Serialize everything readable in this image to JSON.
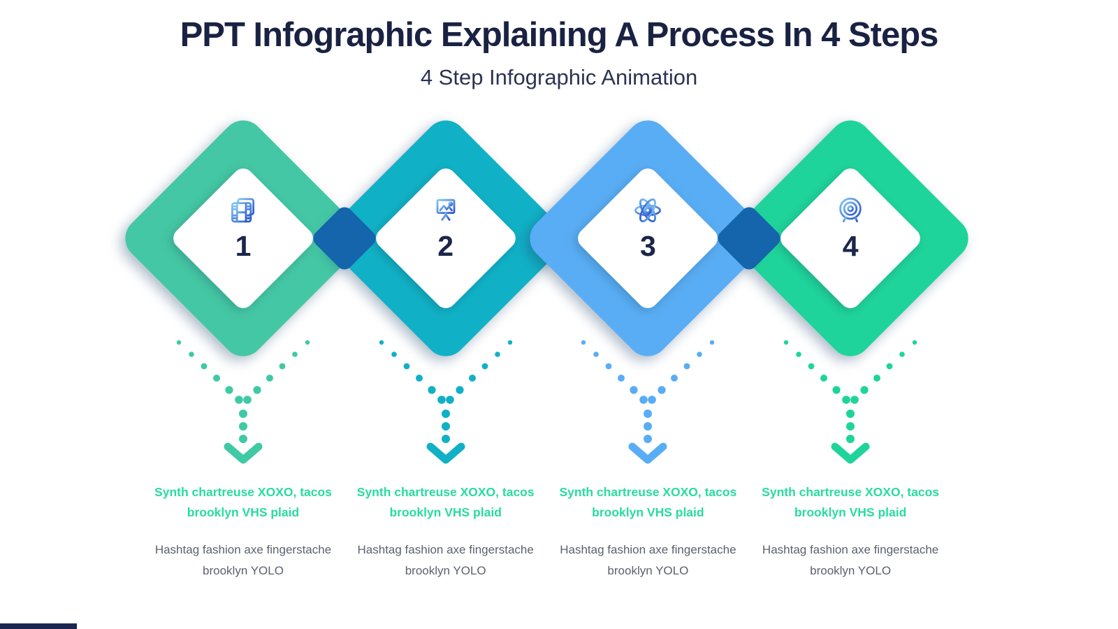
{
  "header": {
    "title": "PPT Infographic Explaining A Process In 4 Steps",
    "subtitle": "4 Step Infographic Animation"
  },
  "colors": {
    "title_text": "#1a2243",
    "step_number": "#1b2649",
    "heading_text": "#29dba1",
    "body_text": "#5b6170",
    "overlap_diamond": "#1465ac",
    "bottom_bar": "#1b2650",
    "icon_gradient_start": "#85c8f3",
    "icon_gradient_end": "#2a55cd"
  },
  "steps": [
    {
      "number": "1",
      "icon": "film-strip-icon",
      "diamond_color": "#44c7a4",
      "arrow_color": "#3fc9a5",
      "heading": "Synth chartreuse XOXO, tacos brooklyn VHS plaid",
      "body": "Hashtag fashion axe fingerstache brooklyn YOLO"
    },
    {
      "number": "2",
      "icon": "presentation-board-icon",
      "diamond_color": "#10b1c6",
      "arrow_color": "#10b1c6",
      "heading": "Synth chartreuse XOXO, tacos brooklyn VHS plaid",
      "body": "Hashtag fashion axe fingerstache brooklyn YOLO"
    },
    {
      "number": "3",
      "icon": "atom-icon",
      "diamond_color": "#59adf4",
      "arrow_color": "#59adf4",
      "heading": "Synth chartreuse XOXO, tacos brooklyn VHS plaid",
      "body": "Hashtag fashion axe fingerstache brooklyn YOLO"
    },
    {
      "number": "4",
      "icon": "target-icon",
      "diamond_color": "#1fd49a",
      "arrow_color": "#1fd49a",
      "heading": "Synth chartreuse XOXO, tacos brooklyn VHS plaid",
      "body": "Hashtag fashion axe fingerstache brooklyn YOLO"
    }
  ]
}
